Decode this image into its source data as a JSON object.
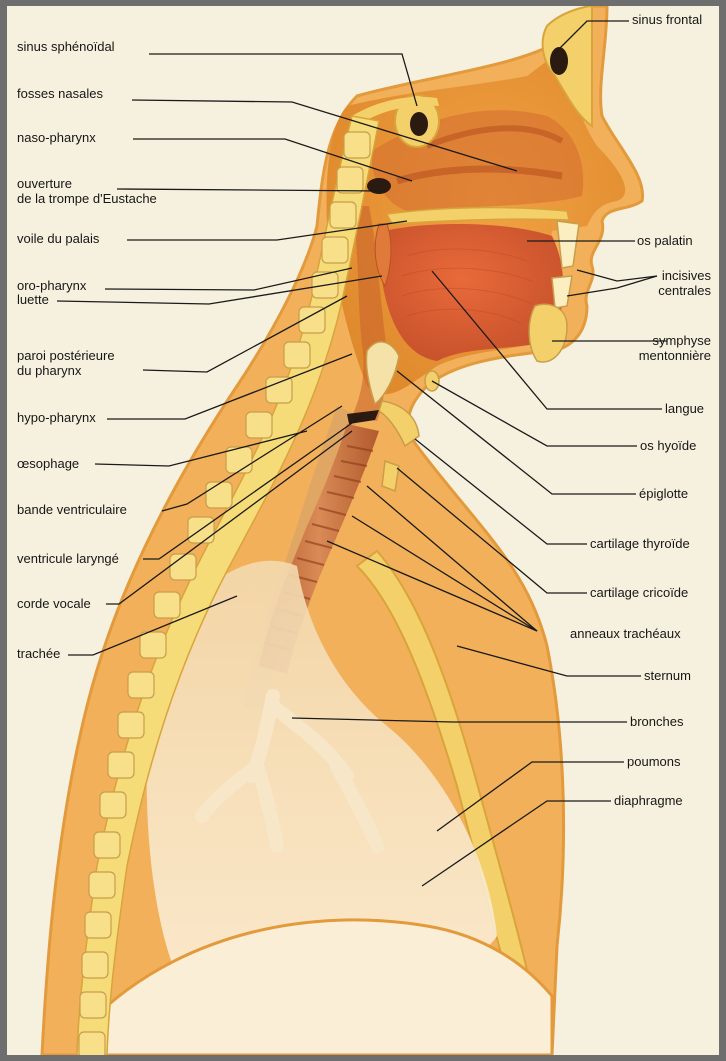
{
  "colors": {
    "background": "#f6f1de",
    "frame": "#6e6e6e",
    "body_outline": "#e6a23a",
    "tissue": "#eb9a3a",
    "cavity": "#d9743a",
    "bone": "#f2d35c",
    "lung": "#f7e6c8",
    "leader_line": "#1a1a1a"
  },
  "labels_left": {
    "sinus_sphenoidal": "sinus sphénoïdal",
    "fosses_nasales": "fosses nasales",
    "naso_pharynx": "naso-pharynx",
    "ouverture_line1": "ouverture",
    "ouverture_line2": "de la trompe d'Eustache",
    "voile_du_palais": "voile du palais",
    "oro_pharynx": "oro-pharynx",
    "luette": "luette",
    "paroi_line1": "paroi postérieure",
    "paroi_line2": "du pharynx",
    "hypo_pharynx": "hypo-pharynx",
    "oesophage": "œsophage",
    "bande_ventriculaire": "bande ventriculaire",
    "ventricule_larynge": "ventricule laryngé",
    "corde_vocale": "corde vocale",
    "trachee": "trachée"
  },
  "labels_right": {
    "sinus_frontal": "sinus frontal",
    "os_palatin": "os palatin",
    "incisives_line1": "incisives",
    "incisives_line2": "centrales",
    "symphyse_line1": "symphyse",
    "symphyse_line2": "mentonnière",
    "langue": "langue",
    "os_hyoide": "os hyoïde",
    "epiglotte": "épiglotte",
    "cartilage_thyroide": "cartilage thyroïde",
    "cartilage_cricoide": "cartilage cricoïde",
    "anneaux_tracheaux": "anneaux trachéaux",
    "sternum": "sternum",
    "bronches": "bronches",
    "poumons": "poumons",
    "diaphragme": "diaphragme"
  }
}
